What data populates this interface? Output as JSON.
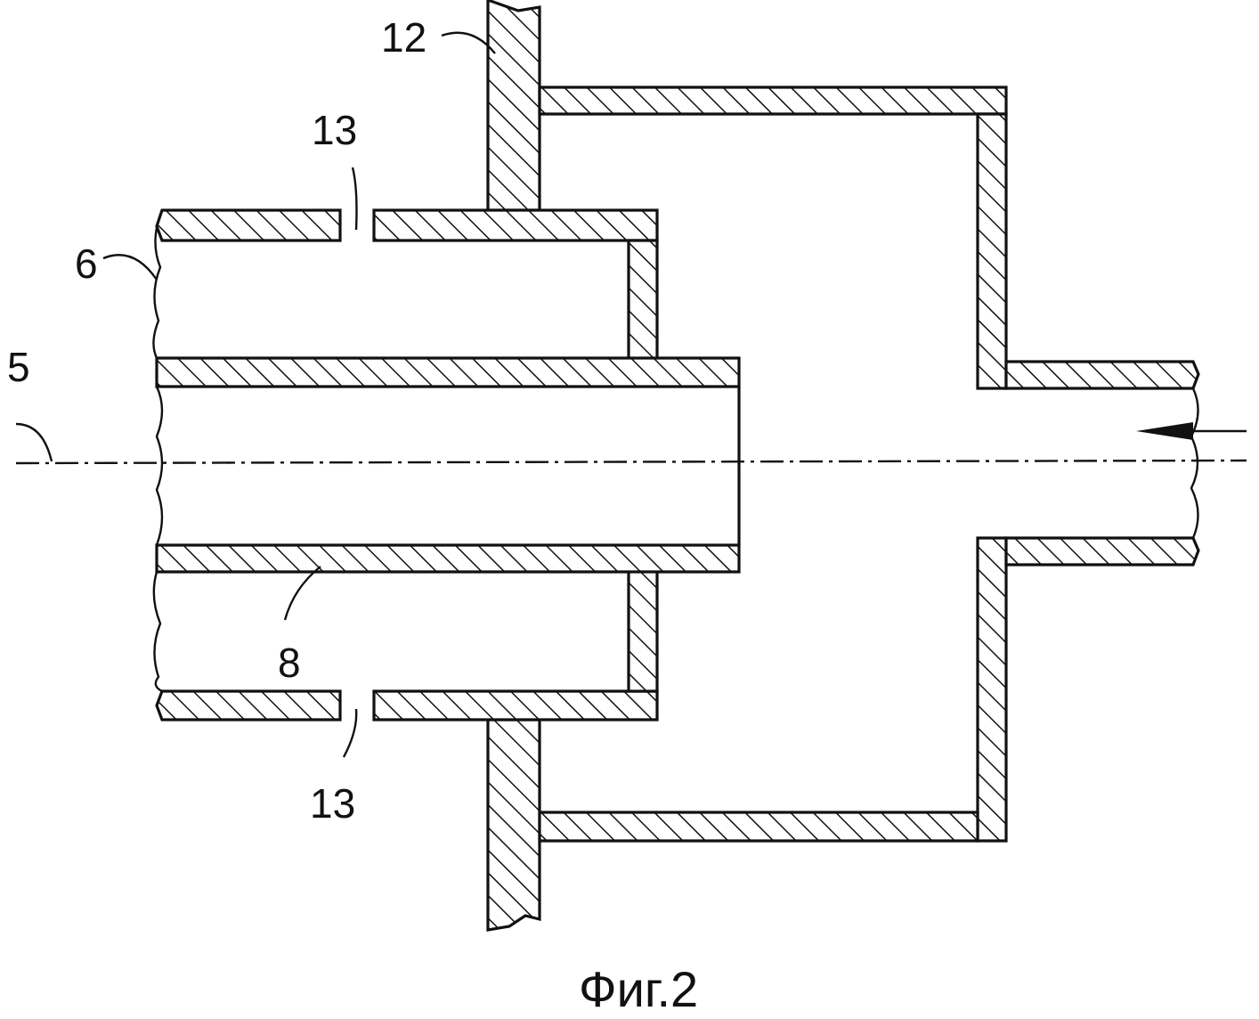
{
  "labels": {
    "label_12": "12",
    "label_13_top": "13",
    "label_13_bottom": "13",
    "label_6": "6",
    "label_5": "5",
    "label_8": "8"
  },
  "caption": "Фиг.2",
  "colors": {
    "line": "#111111",
    "background": "#ffffff"
  },
  "icons": {
    "flow_arrow": "arrow-left-icon"
  }
}
